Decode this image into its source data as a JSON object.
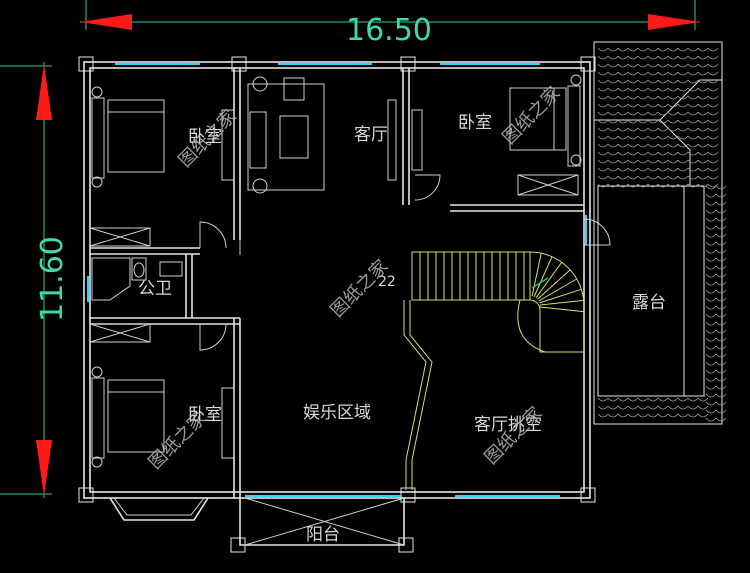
{
  "colors": {
    "background": "#000000",
    "walls": "#e6e6e6",
    "dimension_arrow": "#ff1a1a",
    "dimension_line": "#2bcf8f",
    "dimension_text": "#3fd9b0",
    "windows": "#2ad6ff",
    "stair_railing": "#d6e06a"
  },
  "dimensions": {
    "width": "16.50",
    "depth": "11.60"
  },
  "rooms": {
    "bedroom_top_left": "卧室",
    "living_room": "客厅",
    "bedroom_top_right": "卧室",
    "public_bathroom": "公卫",
    "stair_mark": "22",
    "terrace": "露台",
    "bedroom_bottom_left": "卧室",
    "entertainment_area": "娱乐区域",
    "living_room_void": "客厅挑空",
    "balcony": "阳台"
  },
  "watermark": "图纸之家"
}
